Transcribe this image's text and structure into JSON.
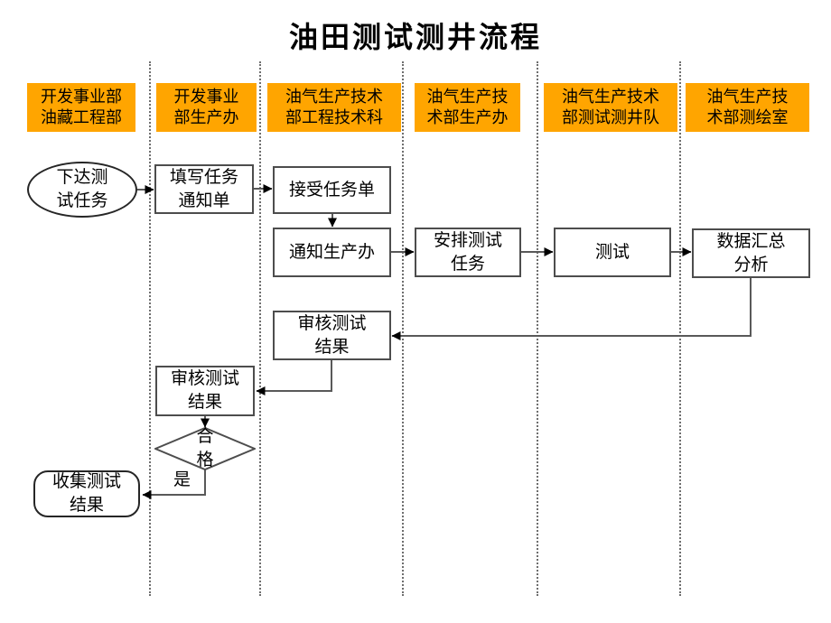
{
  "title": "油田测试测井流程",
  "lanes": [
    {
      "label": "开发事业部\n油藏工程部"
    },
    {
      "label": "开发事业\n部生产办"
    },
    {
      "label": "油气生产技术\n部工程技术科"
    },
    {
      "label": "油气生产技\n术部生产办"
    },
    {
      "label": "油气生产技术\n部测试测井队"
    },
    {
      "label": "油气生产技\n术部测绘室"
    }
  ],
  "nodes": {
    "start": {
      "label": "下达测\n试任务",
      "shape": "ellipse"
    },
    "fill_form": {
      "label": "填写任务\n通知单",
      "shape": "rect"
    },
    "accept_task": {
      "label": "接受任务单",
      "shape": "rect"
    },
    "notify_production": {
      "label": "通知生产办",
      "shape": "rect"
    },
    "arrange_task": {
      "label": "安排测试\n任务",
      "shape": "rect"
    },
    "test": {
      "label": "测试",
      "shape": "rect"
    },
    "data_summary": {
      "label": "数据汇总\n分析",
      "shape": "rect"
    },
    "review_tech": {
      "label": "审核测试\n结果",
      "shape": "rect"
    },
    "review_prod": {
      "label": "审核测试\n结果",
      "shape": "rect"
    },
    "decision": {
      "label": "合\n格",
      "shape": "diamond"
    },
    "collect_results": {
      "label": "收集测试\n结果",
      "shape": "rounded"
    }
  },
  "labels": {
    "yes": "是"
  },
  "colors": {
    "lane_header_bg": "#FFA500",
    "shape_border": "#4d4d4d",
    "terminator_border": "#262626",
    "connector": "#595959",
    "arrowhead": "#000000",
    "text": "#000000",
    "background": "#FFFFFF"
  }
}
